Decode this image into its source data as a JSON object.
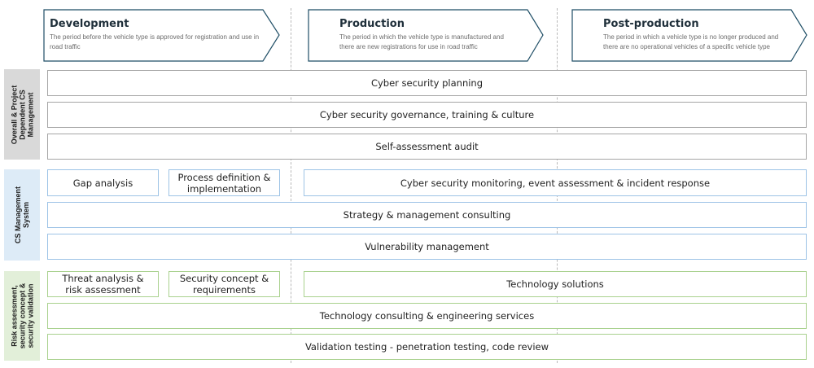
{
  "phases": [
    {
      "title": "Development",
      "desc_lines": [
        "The period before the vehicle type is approved for registration and use in",
        "road traffic"
      ]
    },
    {
      "title": "Production",
      "desc_lines": [
        "The period in which the vehicle type is manufactured and",
        "there are new registrations for use in road traffic"
      ]
    },
    {
      "title": "Post-production",
      "desc_lines": [
        "The period in which a vehicle type is no longer produced and",
        "there are no operational vehicles of a specific vehicle type"
      ]
    }
  ],
  "groups": [
    {
      "label_lines": [
        "Overall & Project",
        "Dependent CS",
        "Management"
      ],
      "color": "#d9d9d9",
      "border_color": "#a6a6a6",
      "rows": [
        [
          "Cyber security planning"
        ],
        [
          "Cyber security governance, training & culture"
        ],
        [
          "Self-assessment audit"
        ]
      ]
    },
    {
      "label_lines": [
        "CS Management",
        "System"
      ],
      "color": "#ddebf7",
      "border_color": "#9dc3e6",
      "rows": [
        [
          "Gap analysis",
          "Process definition &\nimplementation",
          "Cyber security monitoring, event assessment & incident response"
        ],
        [
          "Strategy & management consulting"
        ],
        [
          "Vulnerability management"
        ]
      ]
    },
    {
      "label_lines": [
        "Risk assessment,",
        "security concept &",
        "security validation"
      ],
      "color": "#e2efd9",
      "border_color": "#a9d18e",
      "rows": [
        [
          "Threat analysis &\nrisk assessment",
          "Security concept &\nrequirements",
          "Technology solutions"
        ],
        [
          "Technology consulting & engineering services"
        ],
        [
          "Validation testing - penetration testing, code review"
        ]
      ]
    }
  ],
  "colors": {
    "phase_stroke": "#1f4e66",
    "divider": "#b9b9b9"
  }
}
